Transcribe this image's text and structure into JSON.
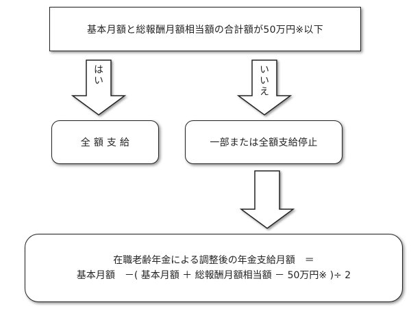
{
  "top": {
    "text": "基本月額と総報酬月額相当額の合計額が50万円※以下"
  },
  "yes": {
    "label": "はい",
    "result": "全 額 支 給"
  },
  "no": {
    "label": "いいえ",
    "result": "一部または全額支給停止"
  },
  "formula": {
    "line1": "在職老齢年金による調整後の年金支給月額　＝",
    "line2": "基本月額　－( 基本月額 ＋ 総報酬月額相当額 － 50万円※ )÷ 2"
  },
  "colors": {
    "stroke": "#222222",
    "fill": "#ffffff",
    "shadow": "#888888"
  }
}
